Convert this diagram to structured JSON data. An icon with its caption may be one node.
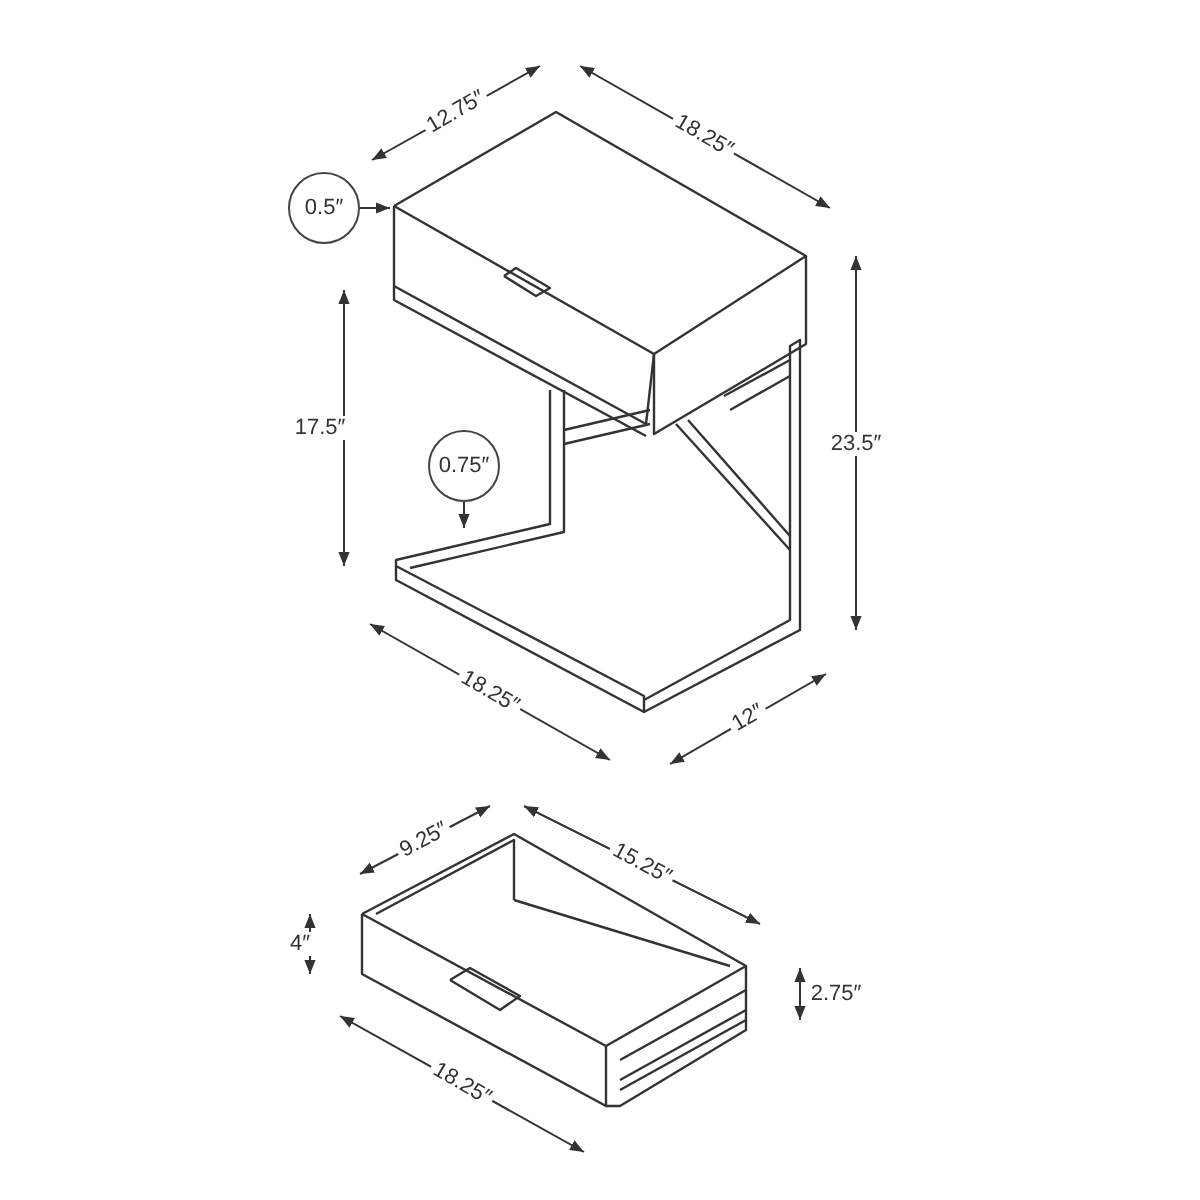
{
  "diagram": {
    "nodes": [
      {
        "text": [
          "0.5″"
        ]
      },
      {
        "text": [
          "0.75″"
        ]
      }
    ],
    "edges": [
      {
        "from": 0,
        "to": null,
        "arrow": "to"
      },
      {
        "from": 1,
        "to": null,
        "arrow": "to"
      }
    ],
    "labels": [
      "12.75″",
      "18.25″",
      "17.5″",
      "23.5″",
      "18.25″",
      "12″",
      "9.25″",
      "15.25″",
      "4″",
      "2.75″",
      "18.25″"
    ]
  }
}
